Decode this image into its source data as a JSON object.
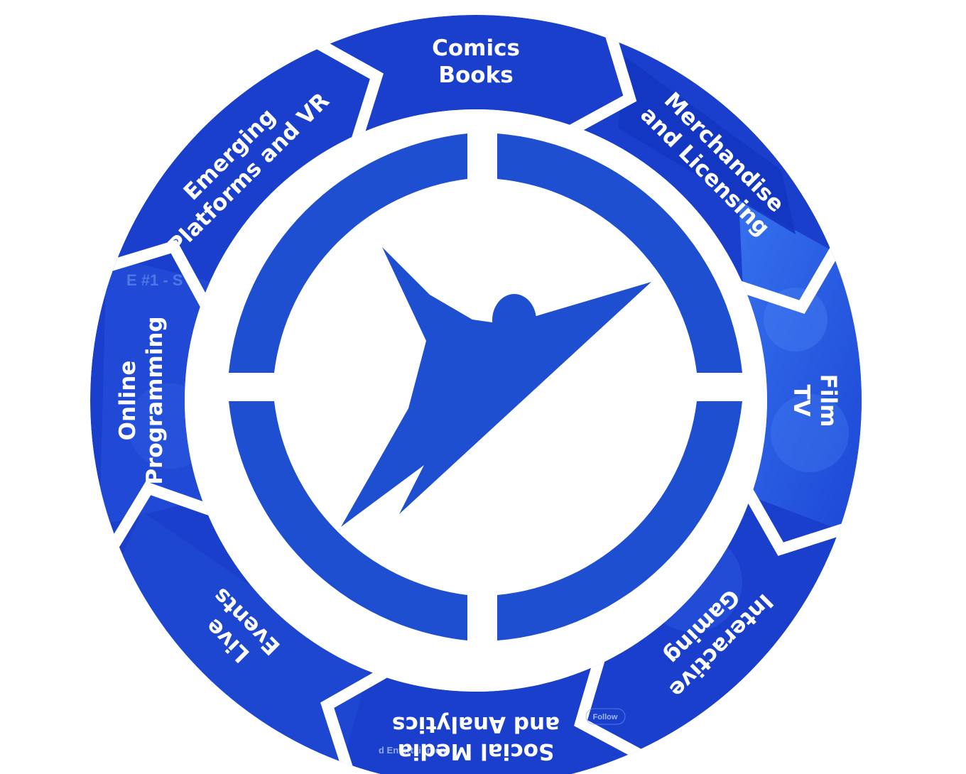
{
  "colors": {
    "primary": "#1f4fd1",
    "segment_dark": "#1537c8",
    "segment_light": "#2f6cf0",
    "separator": "#ffffff",
    "text": "#ffffff"
  },
  "segments": [
    {
      "id": "comics",
      "lines": [
        "Comics",
        "Books"
      ]
    },
    {
      "id": "merch",
      "lines": [
        "Merchandise",
        "and Licensing"
      ]
    },
    {
      "id": "film",
      "lines": [
        "Film",
        "TV"
      ]
    },
    {
      "id": "gaming",
      "lines": [
        "Interactive",
        "Gaming"
      ]
    },
    {
      "id": "social",
      "lines": [
        "Social Media",
        "and Analytics"
      ]
    },
    {
      "id": "events",
      "lines": [
        "Live",
        "Events"
      ]
    },
    {
      "id": "online",
      "lines": [
        "Online",
        "Programming"
      ]
    },
    {
      "id": "emerging",
      "lines": [
        "Emerging",
        "Platforms and VR"
      ]
    }
  ],
  "photo_texts": {
    "follow": "Follow",
    "entertainment": "d Entertainment",
    "sign": "E #1 - S"
  },
  "center_logo": "figure-logo-icon"
}
